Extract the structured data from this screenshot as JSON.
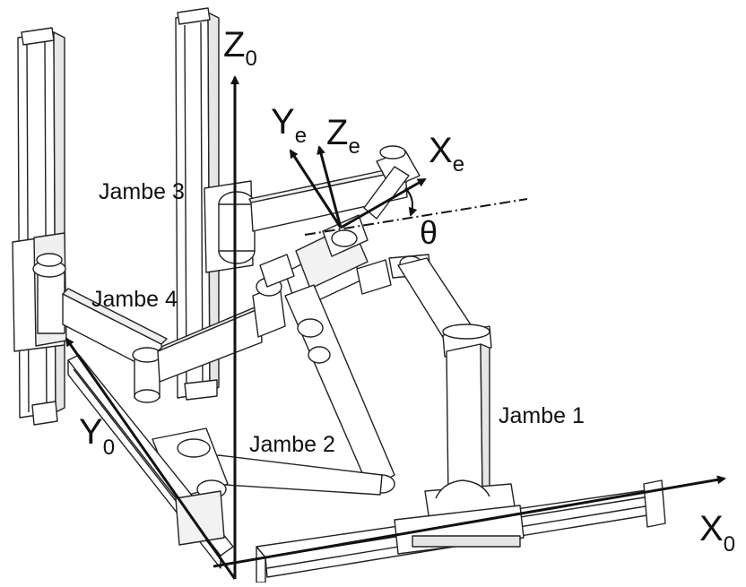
{
  "axes": {
    "z0": {
      "letter": "Z",
      "sub": "0"
    },
    "y0": {
      "letter": "Y",
      "sub": "0"
    },
    "x0": {
      "letter": "X",
      "sub": "0"
    },
    "ye": {
      "letter": "Y",
      "sub": "e"
    },
    "ze": {
      "letter": "Z",
      "sub": "e"
    },
    "xe": {
      "letter": "X",
      "sub": "e"
    },
    "theta": "θ"
  },
  "legs": {
    "leg1": "Jambe 1",
    "leg2": "Jambe 2",
    "leg3": "Jambe 3",
    "leg4": "Jambe 4"
  },
  "colors": {
    "line": "#111111",
    "fill": "#ffffff",
    "shade": "#d9d9d9"
  }
}
